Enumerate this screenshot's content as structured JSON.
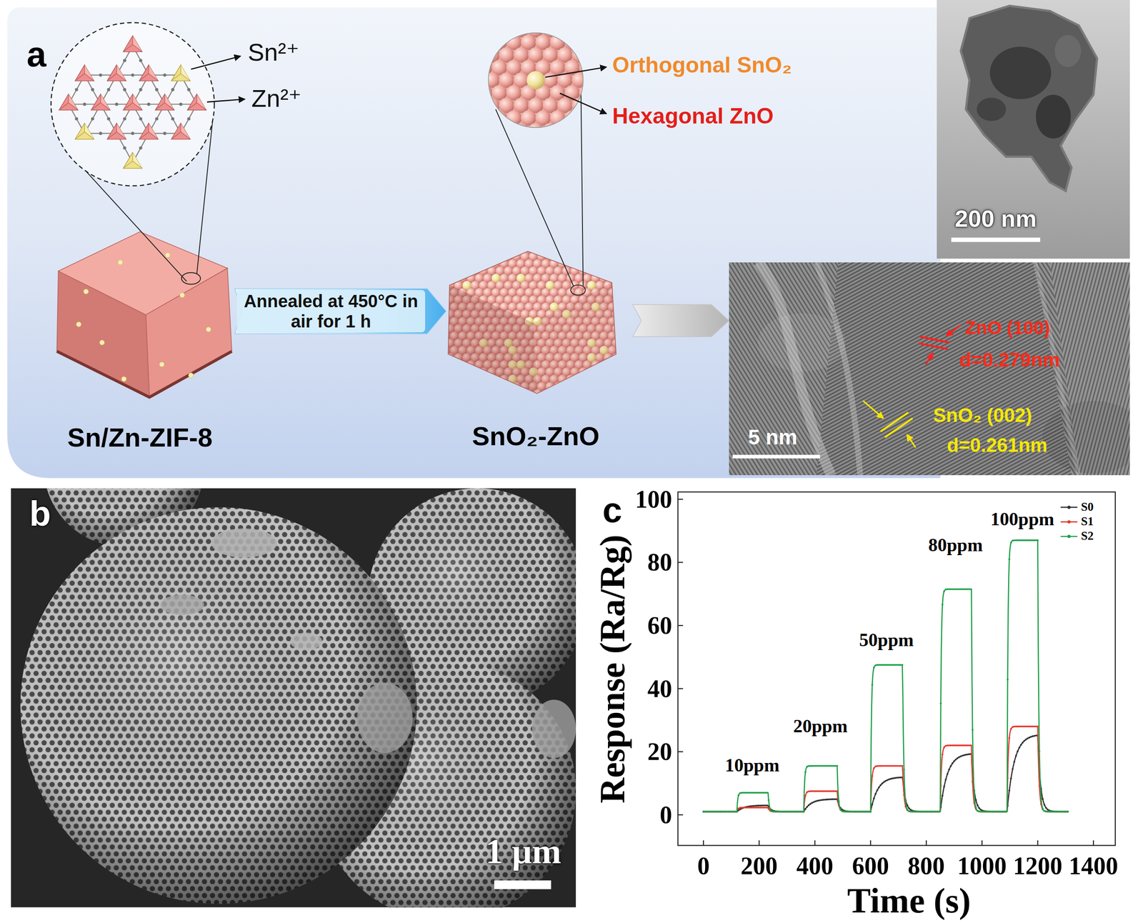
{
  "diagram": {
    "nodes": [
      {
        "text": [
          "Sn/Zn-ZIF-8"
        ]
      },
      {
        "text": [
          "SnO₂-ZnO"
        ]
      },
      {
        "text": [
          "ZnO (100)",
          "d=0.279nm",
          "SnO₂ (002)",
          "d=0.261nm",
          "5 nm"
        ]
      }
    ],
    "edges": [
      {
        "from": 0,
        "to": 1,
        "arrow": "to",
        "label": "Annealed at 450°C in air for 1 h"
      },
      {
        "from": 1,
        "to": 2,
        "arrow": "to"
      }
    ],
    "labels": [
      "a",
      "Sn²⁺",
      "Zn²⁺",
      "Orthogonal SnO₂",
      "Hexagonal ZnO",
      "200 nm",
      "b",
      "1 μm",
      "c",
      "Response (Ra/Rg)",
      "Time (s)",
      "0",
      "200",
      "400",
      "600",
      "800",
      "1000",
      "1200",
      "1400",
      "0",
      "20",
      "40",
      "60",
      "80",
      "100",
      "10ppm",
      "20ppm",
      "50ppm",
      "80ppm",
      "100ppm"
    ],
    "legend": [
      {
        "text": "S0"
      },
      {
        "text": "S1"
      },
      {
        "text": "S2"
      }
    ]
  }
}
